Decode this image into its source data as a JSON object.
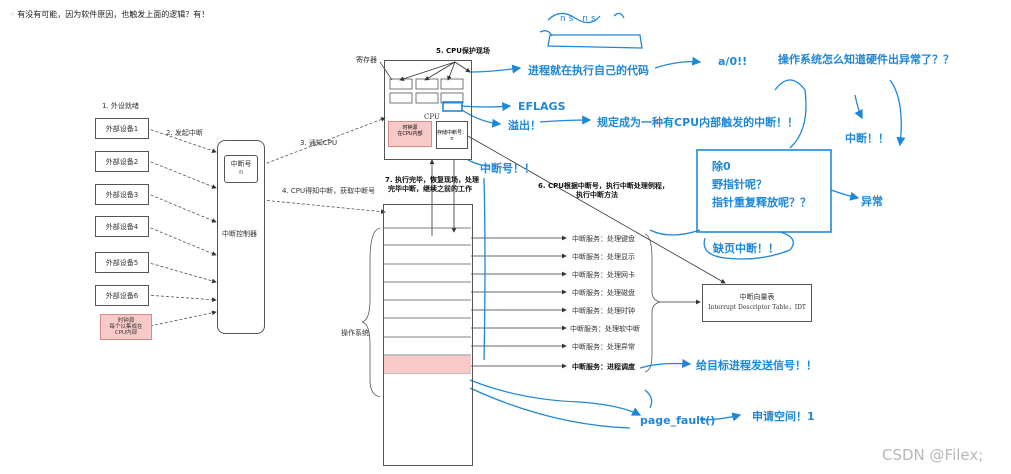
{
  "top_note": "有没有可能，因为软件原因，也触发上面的逻辑？有！",
  "labels": {
    "step1": "1. 外设就绪",
    "step2": "2. 发起中断",
    "step3": "3. 通知CPU",
    "step4": "4. CPU得知中断，获取中断号",
    "step5": "5. CPU保护现场",
    "step6a": "6. CPU根据中断号，执行中断处理例程，",
    "step6b": "执行中断方法",
    "step7a": "7. 执行完毕，恢复现场，处理",
    "step7b": "完毕中断，继续之前的工作",
    "registers": "寄存器",
    "cpu": "CPU",
    "os": "操作系统",
    "controller": "中断控制器",
    "irq_number": "中断号",
    "irq_number_sub": "n",
    "timer_source": "时钟源\n每个以集成在\nCPU内部",
    "cpu_timer_box": "时钟源\n在CPU内部",
    "cpu_int_box": "存储中断号：n",
    "idt_title": "中断向量表",
    "idt_sub": "Interrupt Descriptor Table，IDT"
  },
  "devices": [
    "外部设备1",
    "外部设备2",
    "外部设备3",
    "外部设备4",
    "外部设备5",
    "外部设备6"
  ],
  "services": [
    "中断服务：处理键盘",
    "中断服务：处理显示",
    "中断服务：处理网卡",
    "中断服务：处理磁盘",
    "中断服务：处理时钟",
    "中断服务：处理软中断",
    "中断服务：处理异常",
    "中断服务：进程调度"
  ],
  "handwritten": {
    "ns": "ns  ns",
    "process_running": "进程就在执行自己的代码",
    "a0": "a/0!!",
    "os_know": "操作系统怎么知道硬件出异常了？？",
    "eflags": "EFLAGS",
    "overflow": "溢出！",
    "rule": "规定成为一种有CPU内部触发的中断！！",
    "interrupt_no": "中断号！！",
    "interrupt": "中断！！",
    "div0": "除0",
    "wild_ptr": "野指针呢？",
    "double_free": "指针重复释放呢？？",
    "exception": "异常",
    "page_missing": "缺页中断！！",
    "send_signal": "给目标进程发送信号！！",
    "page_fault": "page_fault()",
    "alloc": "申请空间！1"
  },
  "watermark": "CSDN @Filex;",
  "colors": {
    "blue": "#1e88d8",
    "pink": "#f7c9c7",
    "pink_border": "#d98a86"
  }
}
